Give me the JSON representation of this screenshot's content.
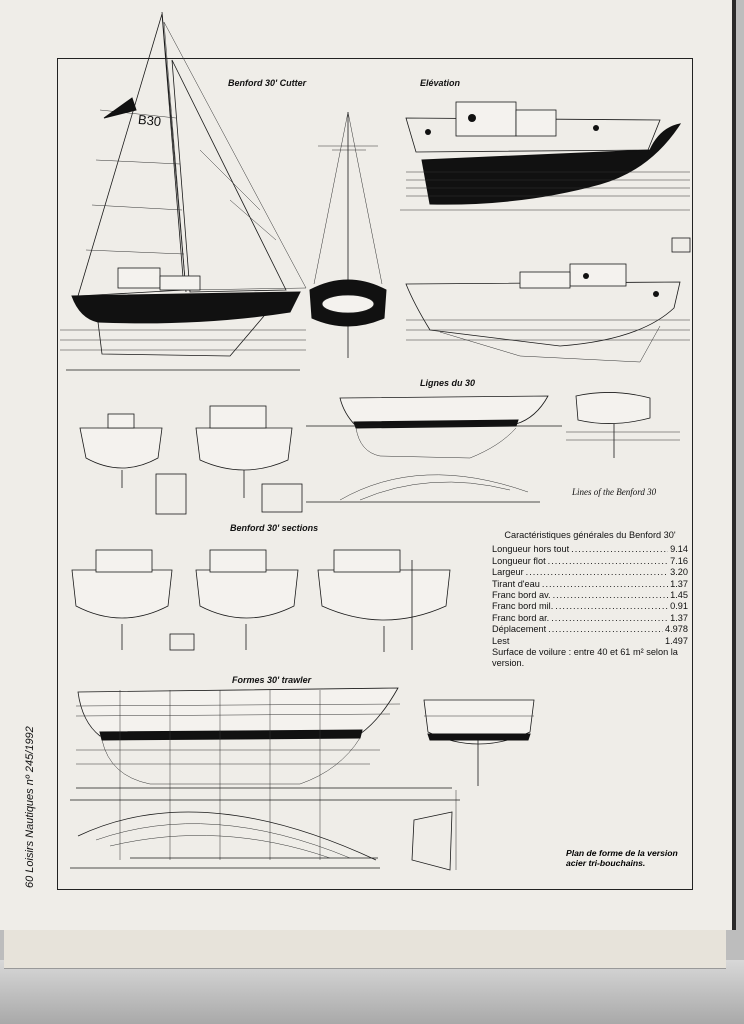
{
  "side_caption": "60 Loisirs Nautiques nº 245/1992",
  "captions": {
    "cutter": "Benford 30' Cutter",
    "elevation": "Elévation",
    "lines": "Lignes du 30",
    "lines_en": "Lines of the Benford 30",
    "sections": "Benford 30' sections",
    "trawler": "Formes 30' trawler",
    "sail_number": "B30"
  },
  "specs": {
    "title": "Caractéristiques générales du Benford 30'",
    "rows": [
      {
        "label": "Longueur hors tout",
        "value": "9.14"
      },
      {
        "label": "Longueur flot",
        "value": "7.16"
      },
      {
        "label": "Largeur",
        "value": "3.20"
      },
      {
        "label": "Tirant d'eau",
        "value": "1.37"
      },
      {
        "label": "Franc bord av.",
        "value": "1.45"
      },
      {
        "label": "Franc bord mil.",
        "value": "0.91"
      },
      {
        "label": "Franc bord ar.",
        "value": "1.37"
      },
      {
        "label": "Déplacement",
        "value": "4.978"
      },
      {
        "label": "Lest",
        "value": "1.497"
      }
    ],
    "sail_area_note": "Surface de voilure : entre 40 et 61 m² selon la version."
  },
  "plan_note": {
    "line1": "Plan de forme de la version",
    "line2": "acier tri-bouchains."
  }
}
